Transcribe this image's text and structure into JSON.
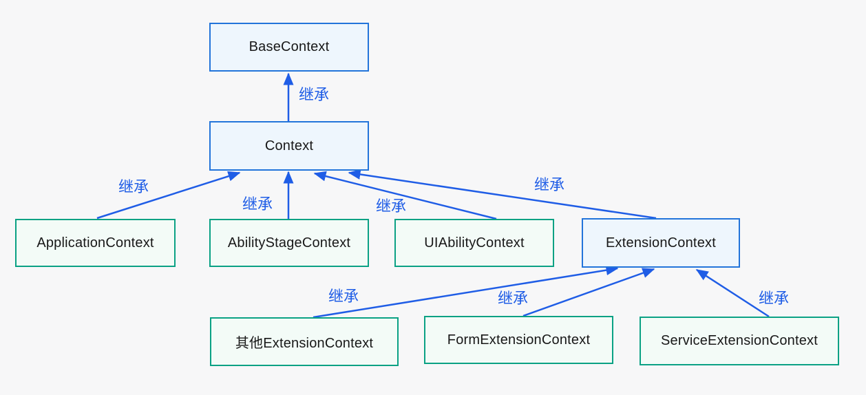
{
  "nodes": [
    {
      "id": "base-context",
      "label": "BaseContext",
      "variant": "blue"
    },
    {
      "id": "context",
      "label": "Context",
      "variant": "blue"
    },
    {
      "id": "application-context",
      "label": "ApplicationContext",
      "variant": "green"
    },
    {
      "id": "ability-stage-context",
      "label": "AbilityStageContext",
      "variant": "green"
    },
    {
      "id": "ui-ability-context",
      "label": "UIAbilityContext",
      "variant": "green"
    },
    {
      "id": "extension-context",
      "label": "ExtensionContext",
      "variant": "blue"
    },
    {
      "id": "other-extension-context",
      "label": "其他ExtensionContext",
      "variant": "green"
    },
    {
      "id": "form-extension-context",
      "label": "FormExtensionContext",
      "variant": "green"
    },
    {
      "id": "service-extension-context",
      "label": "ServiceExtensionContext",
      "variant": "green"
    }
  ],
  "edges": [
    {
      "from": "Context",
      "to": "BaseContext",
      "label": "继承"
    },
    {
      "from": "ApplicationContext",
      "to": "Context",
      "label": "继承"
    },
    {
      "from": "AbilityStageContext",
      "to": "Context",
      "label": "继承"
    },
    {
      "from": "UIAbilityContext",
      "to": "Context",
      "label": "继承"
    },
    {
      "from": "ExtensionContext",
      "to": "Context",
      "label": "继承"
    },
    {
      "from": "其他ExtensionContext",
      "to": "ExtensionContext",
      "label": "继承"
    },
    {
      "from": "FormExtensionContext",
      "to": "ExtensionContext",
      "label": "继承"
    },
    {
      "from": "ServiceExtensionContext",
      "to": "ExtensionContext",
      "label": "继承"
    }
  ],
  "colors": {
    "background": "#f7f7f8",
    "blue_node_border": "#2274da",
    "blue_node_fill": "#eef6fd",
    "green_node_border": "#0aa184",
    "green_node_fill": "#f3fbf7",
    "arrow": "#1f5de6",
    "node_text": "#181818"
  }
}
